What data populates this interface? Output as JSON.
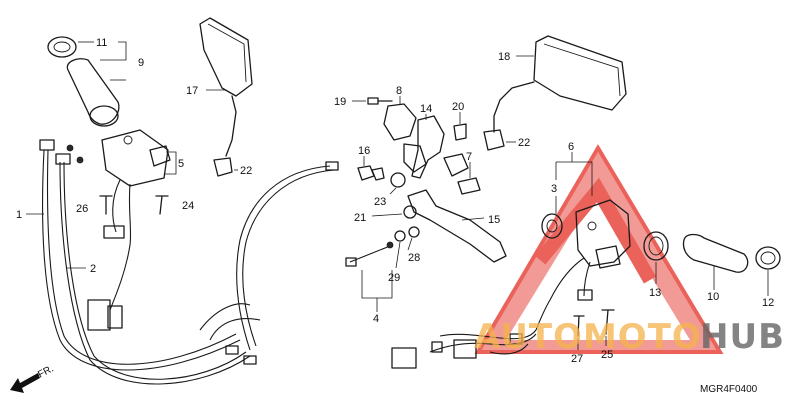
{
  "diagram": {
    "code": "MGR4F0400",
    "direction_label": "FR.",
    "callouts": {
      "c1": "1",
      "c2": "2",
      "c3": "3",
      "c4": "4",
      "c5": "5",
      "c6": "6",
      "c7": "7",
      "c8": "8",
      "c9": "9",
      "c10": "10",
      "c11": "11",
      "c12": "12",
      "c13": "13",
      "c14": "14",
      "c15": "15",
      "c16": "16",
      "c17": "17",
      "c18": "18",
      "c19": "19",
      "c20": "20",
      "c21": "21",
      "c22a": "22",
      "c22b": "22",
      "c23": "23",
      "c24": "24",
      "c25": "25",
      "c26": "26",
      "c27": "27",
      "c28": "28",
      "c29": "29"
    }
  },
  "watermark": {
    "text_part1": "AUTOMOTO",
    "text_part2": "HUB",
    "color_red": "#e8473f",
    "color_orange": "#f5b24a",
    "color_gray": "#666666"
  }
}
